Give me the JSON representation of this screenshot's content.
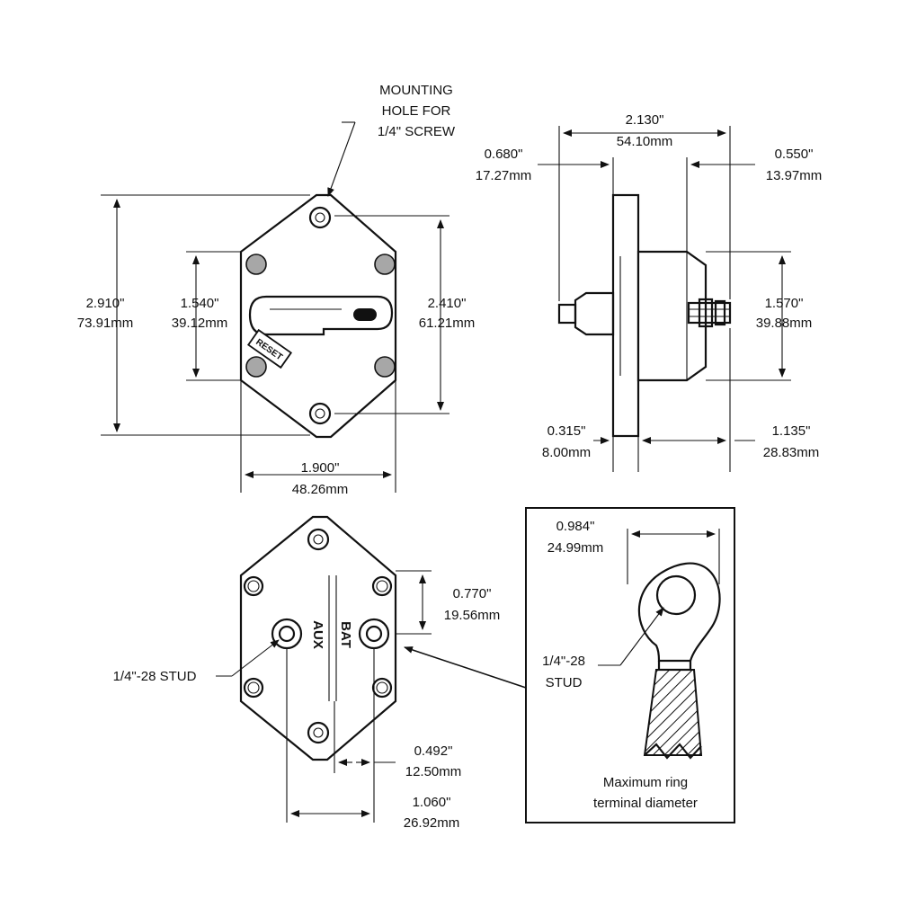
{
  "front_view": {
    "callout_mounting": [
      "MOUNTING",
      "HOLE FOR",
      "1/4\" SCREW"
    ],
    "dim_height_overall": {
      "in": "2.910\"",
      "mm": "73.91mm"
    },
    "dim_hole_spacing_v": {
      "in": "1.540\"",
      "mm": "39.12mm"
    },
    "dim_height_body": {
      "in": "2.410\"",
      "mm": "61.21mm"
    },
    "dim_width": {
      "in": "1.900\"",
      "mm": "48.26mm"
    },
    "reset_label": "RESET"
  },
  "side_view": {
    "dim_overall_depth": {
      "in": "2.130\"",
      "mm": "54.10mm"
    },
    "dim_stud_left": {
      "in": "0.680\"",
      "mm": "17.27mm"
    },
    "dim_stud_right": {
      "in": "0.550\"",
      "mm": "13.97mm"
    },
    "dim_height": {
      "in": "1.570\"",
      "mm": "39.88mm"
    },
    "dim_flange": {
      "in": "0.315\"",
      "mm": "8.00mm"
    },
    "dim_body_depth": {
      "in": "1.135\"",
      "mm": "28.83mm"
    }
  },
  "back_view": {
    "stud_label": "1/4\"-28 STUD",
    "aux_label": "AUX",
    "bat_label": "BAT",
    "dim_stud_offset": {
      "in": "0.770\"",
      "mm": "19.56mm"
    },
    "dim_stud_center": {
      "in": "0.492\"",
      "mm": "12.50mm"
    },
    "dim_stud_spacing": {
      "in": "1.060\"",
      "mm": "26.92mm"
    }
  },
  "ring_terminal": {
    "dim_diameter": {
      "in": "0.984\"",
      "mm": "24.99mm"
    },
    "stud_label": [
      "1/4\"-28",
      "STUD"
    ],
    "caption": [
      "Maximum ring",
      "terminal diameter"
    ]
  }
}
